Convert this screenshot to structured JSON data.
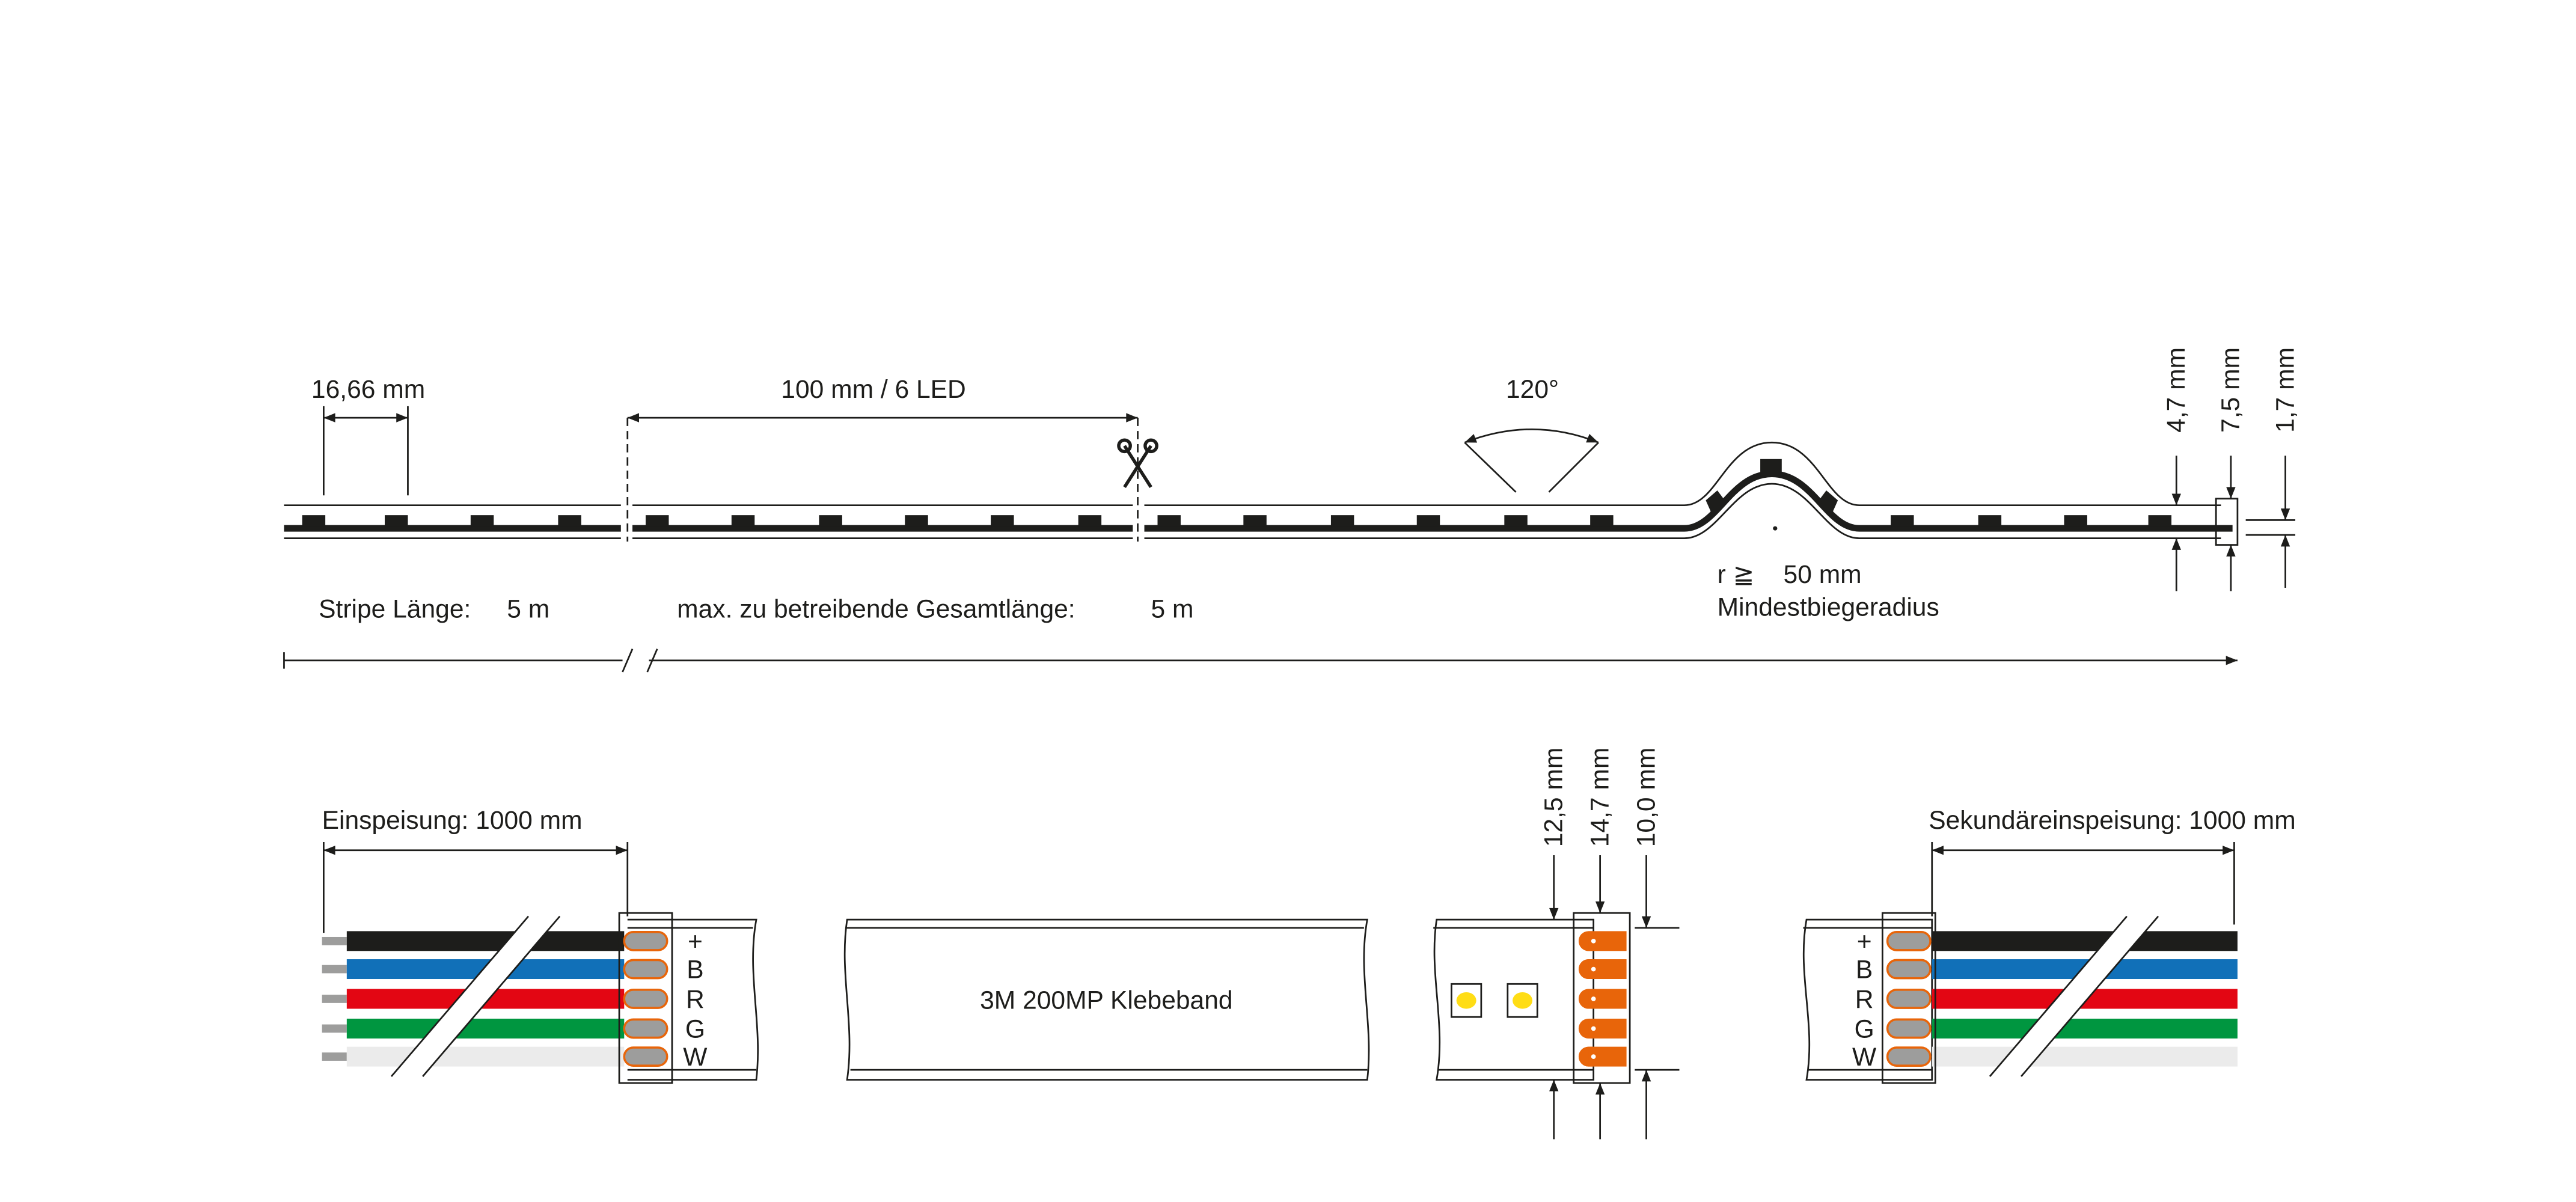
{
  "top": {
    "pitch_label": "16,66 mm",
    "segment_label": "100 mm / 6 LED",
    "angle_label": "120°",
    "radius_symbol": "r ≧",
    "radius_value": "50 mm",
    "radius_caption": "Mindestbiegeradius",
    "height_labels": [
      "4,7 mm",
      "7,5 mm",
      "1,7 mm"
    ],
    "stripe_length_label": "Stripe Länge:",
    "stripe_length_value": "5 m",
    "max_length_label": "max. zu betreibende Gesamtlänge:",
    "max_length_value": "5 m"
  },
  "bottom": {
    "feed_label": "Einspeisung: 1000 mm",
    "secondary_feed_label": "Sekundäreinspeisung: 1000 mm",
    "pin_labels": [
      "+",
      "B",
      "R",
      "G",
      "W"
    ],
    "tape_label": "3M 200MP Klebeband",
    "width_labels": [
      "12,5 mm",
      "14,7 mm",
      "10,0 mm"
    ]
  },
  "colors": {
    "wire_plus": "#1d1d1b",
    "wire_b": "#1170b8",
    "wire_r": "#e30613",
    "wire_g": "#009640",
    "wire_w": "#ebebeb",
    "pad": "#e8650a",
    "led": "#ffdd15"
  }
}
